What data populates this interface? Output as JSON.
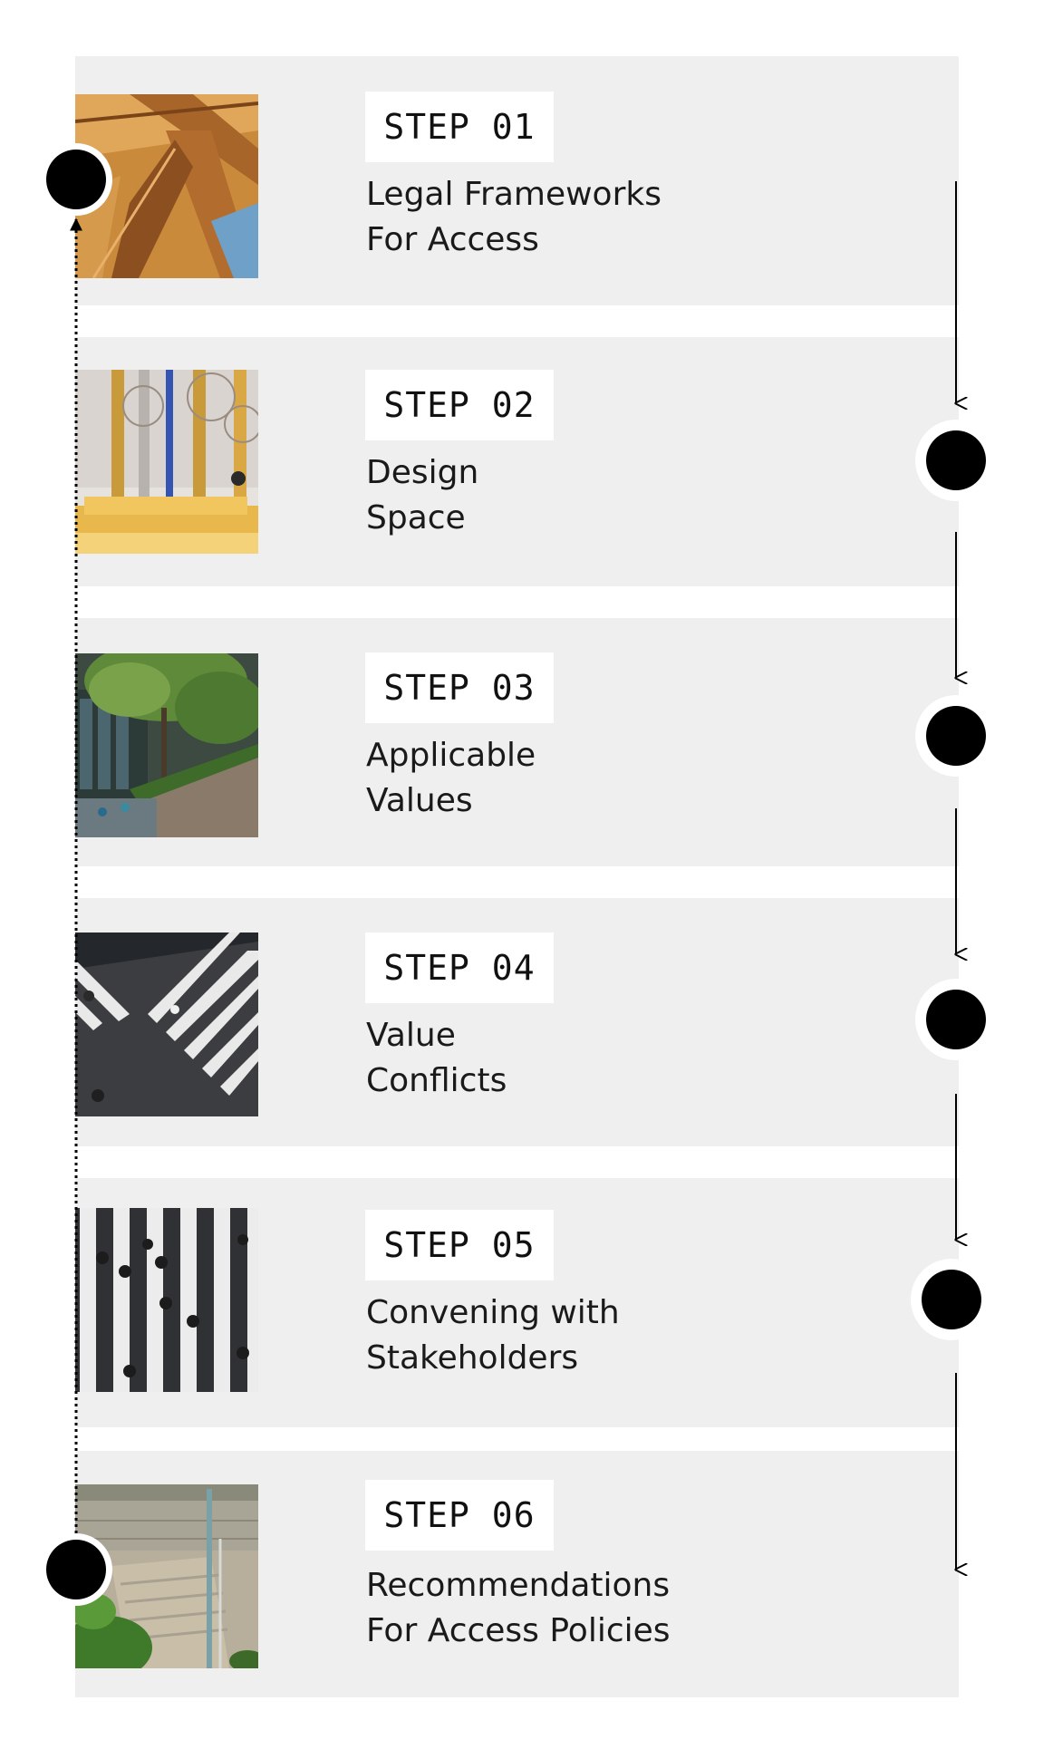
{
  "steps": [
    {
      "label": "STEP 01",
      "title_line1": "Legal Frameworks",
      "title_line2": "For Access",
      "image": "wooden-roof-beams"
    },
    {
      "label": "STEP 02",
      "title_line1": "Design",
      "title_line2": "Space",
      "image": "gold-lab-apparatus"
    },
    {
      "label": "STEP 03",
      "title_line1": "Applicable",
      "title_line2": "Values",
      "image": "tree-courtyard"
    },
    {
      "label": "STEP 04",
      "title_line1": "Value",
      "title_line2": "Conflicts",
      "image": "aerial-crosswalk-corner"
    },
    {
      "label": "STEP 05",
      "title_line1": "Convening with",
      "title_line2": "Stakeholders",
      "image": "aerial-crosswalk-crowd"
    },
    {
      "label": "STEP 06",
      "title_line1": "Recommendations",
      "title_line2": "For Access Policies",
      "image": "sidewalk-stairs-plants"
    }
  ],
  "colors": {
    "card_bg": "#efefef",
    "tag_bg": "#ffffff",
    "node": "#000000",
    "text": "#1a1a1a"
  }
}
